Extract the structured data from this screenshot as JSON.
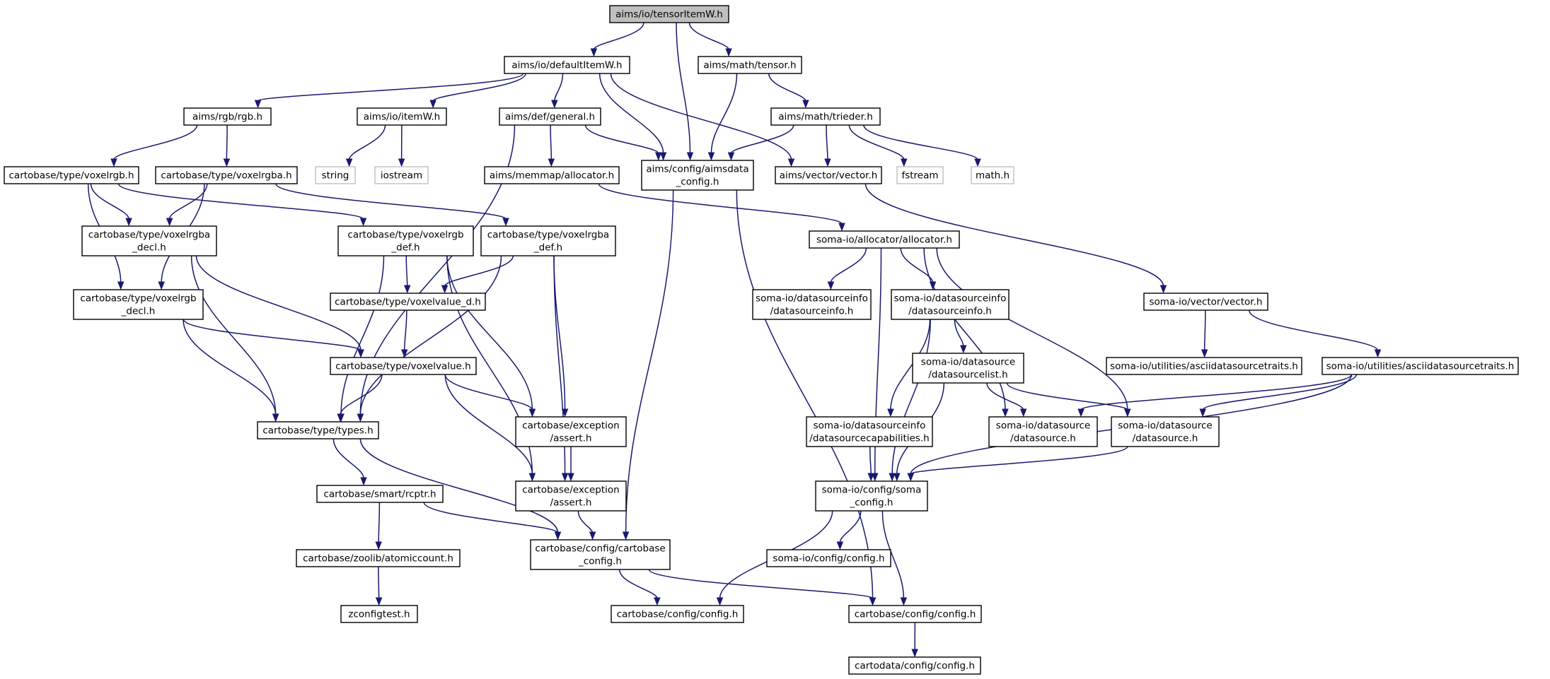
{
  "colors": {
    "edge": "#191970",
    "node_border": "#000000",
    "external_border": "#bfbfbf",
    "root_fill": "#bfbfbf",
    "node_fill": "#ffffff"
  },
  "nodes": [
    {
      "id": "n_root",
      "lines": [
        "aims/io/tensorItemW.h"
      ],
      "kind": "root"
    },
    {
      "id": "n_defaultItemW",
      "lines": [
        "aims/io/defaultItemW.h"
      ]
    },
    {
      "id": "n_mathtensor",
      "lines": [
        "aims/math/tensor.h"
      ]
    },
    {
      "id": "n_rgb",
      "lines": [
        "aims/rgb/rgb.h"
      ]
    },
    {
      "id": "n_itemW",
      "lines": [
        "aims/io/itemW.h"
      ]
    },
    {
      "id": "n_general",
      "lines": [
        "aims/def/general.h"
      ]
    },
    {
      "id": "n_trieder",
      "lines": [
        "aims/math/trieder.h"
      ]
    },
    {
      "id": "n_string",
      "lines": [
        "string"
      ],
      "kind": "external"
    },
    {
      "id": "n_iostream",
      "lines": [
        "iostream"
      ],
      "kind": "external"
    },
    {
      "id": "n_aimsdata",
      "lines": [
        "aims/config/aimsdata",
        "_config.h"
      ]
    },
    {
      "id": "n_aimsvector",
      "lines": [
        "aims/vector/vector.h"
      ]
    },
    {
      "id": "n_fstream",
      "lines": [
        "fstream"
      ],
      "kind": "external"
    },
    {
      "id": "n_mathh",
      "lines": [
        "math.h"
      ],
      "kind": "external"
    },
    {
      "id": "n_voxelrgb",
      "lines": [
        "cartobase/type/voxelrgb.h"
      ]
    },
    {
      "id": "n_voxelrgba",
      "lines": [
        "cartobase/type/voxelrgba.h"
      ]
    },
    {
      "id": "n_aimsalloc",
      "lines": [
        "aims/memmap/allocator.h"
      ]
    },
    {
      "id": "n_rgbadecl",
      "lines": [
        "cartobase/type/voxelrgba",
        "_decl.h"
      ]
    },
    {
      "id": "n_rgbdef",
      "lines": [
        "cartobase/type/voxelrgb",
        "_def.h"
      ]
    },
    {
      "id": "n_rgbadef",
      "lines": [
        "cartobase/type/voxelrgba",
        "_def.h"
      ]
    },
    {
      "id": "n_somaalloc",
      "lines": [
        "soma-io/allocator/allocator.h"
      ]
    },
    {
      "id": "n_rgbdecl",
      "lines": [
        "cartobase/type/voxelrgb",
        "_decl.h"
      ]
    },
    {
      "id": "n_voxelvalue_d",
      "lines": [
        "cartobase/type/voxelvalue_d.h"
      ]
    },
    {
      "id": "n_dsinfo1",
      "lines": [
        "soma-io/datasourceinfo",
        "/datasourceinfo.h"
      ]
    },
    {
      "id": "n_dsinfo2",
      "lines": [
        "soma-io/datasourceinfo",
        "/datasourceinfo.h"
      ]
    },
    {
      "id": "n_somavector",
      "lines": [
        "soma-io/vector/vector.h"
      ]
    },
    {
      "id": "n_voxelvalue",
      "lines": [
        "cartobase/type/voxelvalue.h"
      ]
    },
    {
      "id": "n_dslist",
      "lines": [
        "soma-io/datasource",
        "/datasourcelist.h"
      ]
    },
    {
      "id": "n_ascii1",
      "lines": [
        "soma-io/utilities/asciidatasourcetraits.h"
      ]
    },
    {
      "id": "n_ascii2",
      "lines": [
        "soma-io/utilities/asciidatasourcetraits.h"
      ]
    },
    {
      "id": "n_types",
      "lines": [
        "cartobase/type/types.h"
      ]
    },
    {
      "id": "n_assert1",
      "lines": [
        "cartobase/exception",
        "/assert.h"
      ]
    },
    {
      "id": "n_dscap",
      "lines": [
        "soma-io/datasourceinfo",
        "/datasourcecapabilities.h"
      ]
    },
    {
      "id": "n_ds1",
      "lines": [
        "soma-io/datasource",
        "/datasource.h"
      ]
    },
    {
      "id": "n_ds2",
      "lines": [
        "soma-io/datasource",
        "/datasource.h"
      ]
    },
    {
      "id": "n_rcptr",
      "lines": [
        "cartobase/smart/rcptr.h"
      ]
    },
    {
      "id": "n_assert2",
      "lines": [
        "cartobase/exception",
        "/assert.h"
      ]
    },
    {
      "id": "n_somaconfig",
      "lines": [
        "soma-io/config/soma",
        "_config.h"
      ]
    },
    {
      "id": "n_atomic",
      "lines": [
        "cartobase/zoolib/atomiccount.h"
      ]
    },
    {
      "id": "n_cbconfig",
      "lines": [
        "cartobase/config/cartobase",
        "_config.h"
      ]
    },
    {
      "id": "n_somaconfigh",
      "lines": [
        "soma-io/config/config.h"
      ]
    },
    {
      "id": "n_zconfig",
      "lines": [
        "zconfigtest.h"
      ]
    },
    {
      "id": "n_cbconfigh1",
      "lines": [
        "cartobase/config/config.h"
      ]
    },
    {
      "id": "n_cbconfigh2",
      "lines": [
        "cartobase/config/config.h"
      ]
    },
    {
      "id": "n_cdconfig",
      "lines": [
        "cartodata/config/config.h"
      ]
    }
  ],
  "edges": [
    [
      "n_root",
      "n_defaultItemW"
    ],
    [
      "n_root",
      "n_aimsdata"
    ],
    [
      "n_root",
      "n_mathtensor"
    ],
    [
      "n_defaultItemW",
      "n_rgb"
    ],
    [
      "n_defaultItemW",
      "n_itemW"
    ],
    [
      "n_defaultItemW",
      "n_general"
    ],
    [
      "n_defaultItemW",
      "n_aimsdata"
    ],
    [
      "n_defaultItemW",
      "n_aimsvector"
    ],
    [
      "n_mathtensor",
      "n_aimsdata"
    ],
    [
      "n_mathtensor",
      "n_trieder"
    ],
    [
      "n_rgb",
      "n_voxelrgb"
    ],
    [
      "n_rgb",
      "n_voxelrgba"
    ],
    [
      "n_itemW",
      "n_string"
    ],
    [
      "n_itemW",
      "n_iostream"
    ],
    [
      "n_general",
      "n_aimsalloc"
    ],
    [
      "n_general",
      "n_aimsdata"
    ],
    [
      "n_general",
      "n_types"
    ],
    [
      "n_trieder",
      "n_aimsdata"
    ],
    [
      "n_trieder",
      "n_aimsvector"
    ],
    [
      "n_trieder",
      "n_fstream"
    ],
    [
      "n_trieder",
      "n_mathh"
    ],
    [
      "n_aimsdata",
      "n_cbconfig"
    ],
    [
      "n_aimsdata",
      "n_cbconfigh2"
    ],
    [
      "n_aimsvector",
      "n_somavector"
    ],
    [
      "n_aimsalloc",
      "n_somaalloc"
    ],
    [
      "n_voxelrgb",
      "n_rgbadecl"
    ],
    [
      "n_voxelrgb",
      "n_rgbdecl"
    ],
    [
      "n_voxelrgb",
      "n_rgbdef"
    ],
    [
      "n_voxelrgba",
      "n_rgbadecl"
    ],
    [
      "n_voxelrgba",
      "n_rgbdecl"
    ],
    [
      "n_voxelrgba",
      "n_rgbadef"
    ],
    [
      "n_rgbadecl",
      "n_voxelvalue"
    ],
    [
      "n_rgbadecl",
      "n_types"
    ],
    [
      "n_rgbdef",
      "n_voxelvalue_d"
    ],
    [
      "n_rgbdef",
      "n_types"
    ],
    [
      "n_rgbdef",
      "n_assert1"
    ],
    [
      "n_rgbdef",
      "n_assert2"
    ],
    [
      "n_rgbadef",
      "n_voxelvalue_d"
    ],
    [
      "n_rgbadef",
      "n_types"
    ],
    [
      "n_rgbadef",
      "n_assert1"
    ],
    [
      "n_rgbadef",
      "n_assert2"
    ],
    [
      "n_rgbdecl",
      "n_voxelvalue"
    ],
    [
      "n_rgbdecl",
      "n_types"
    ],
    [
      "n_voxelvalue_d",
      "n_voxelvalue"
    ],
    [
      "n_voxelvalue",
      "n_types"
    ],
    [
      "n_voxelvalue",
      "n_assert1"
    ],
    [
      "n_voxelvalue",
      "n_assert2"
    ],
    [
      "n_somaalloc",
      "n_dsinfo1"
    ],
    [
      "n_somaalloc",
      "n_dsinfo2"
    ],
    [
      "n_somaalloc",
      "n_ds1"
    ],
    [
      "n_somaalloc",
      "n_ds2"
    ],
    [
      "n_somaalloc",
      "n_somaconfig"
    ],
    [
      "n_dsinfo2",
      "n_dslist"
    ],
    [
      "n_dsinfo2",
      "n_dscap"
    ],
    [
      "n_dsinfo2",
      "n_somaconfig"
    ],
    [
      "n_dslist",
      "n_ds1"
    ],
    [
      "n_dslist",
      "n_ds2"
    ],
    [
      "n_dslist",
      "n_somaconfig"
    ],
    [
      "n_somavector",
      "n_ascii1"
    ],
    [
      "n_somavector",
      "n_ascii2"
    ],
    [
      "n_ascii2",
      "n_ds1"
    ],
    [
      "n_ascii2",
      "n_ds2"
    ],
    [
      "n_ascii2",
      "n_somaconfig"
    ],
    [
      "n_dscap",
      "n_somaconfig"
    ],
    [
      "n_ds2",
      "n_somaconfig"
    ],
    [
      "n_types",
      "n_rcptr"
    ],
    [
      "n_types",
      "n_cbconfig"
    ],
    [
      "n_assert1",
      "n_assert2"
    ],
    [
      "n_assert2",
      "n_cbconfig"
    ],
    [
      "n_rcptr",
      "n_atomic"
    ],
    [
      "n_rcptr",
      "n_cbconfig"
    ],
    [
      "n_atomic",
      "n_zconfig"
    ],
    [
      "n_somaconfig",
      "n_somaconfigh"
    ],
    [
      "n_somaconfig",
      "n_cbconfigh1"
    ],
    [
      "n_somaconfig",
      "n_cbconfigh2"
    ],
    [
      "n_cbconfig",
      "n_cbconfigh1"
    ],
    [
      "n_cbconfig",
      "n_cbconfigh2"
    ],
    [
      "n_cbconfigh2",
      "n_cdconfig"
    ]
  ]
}
